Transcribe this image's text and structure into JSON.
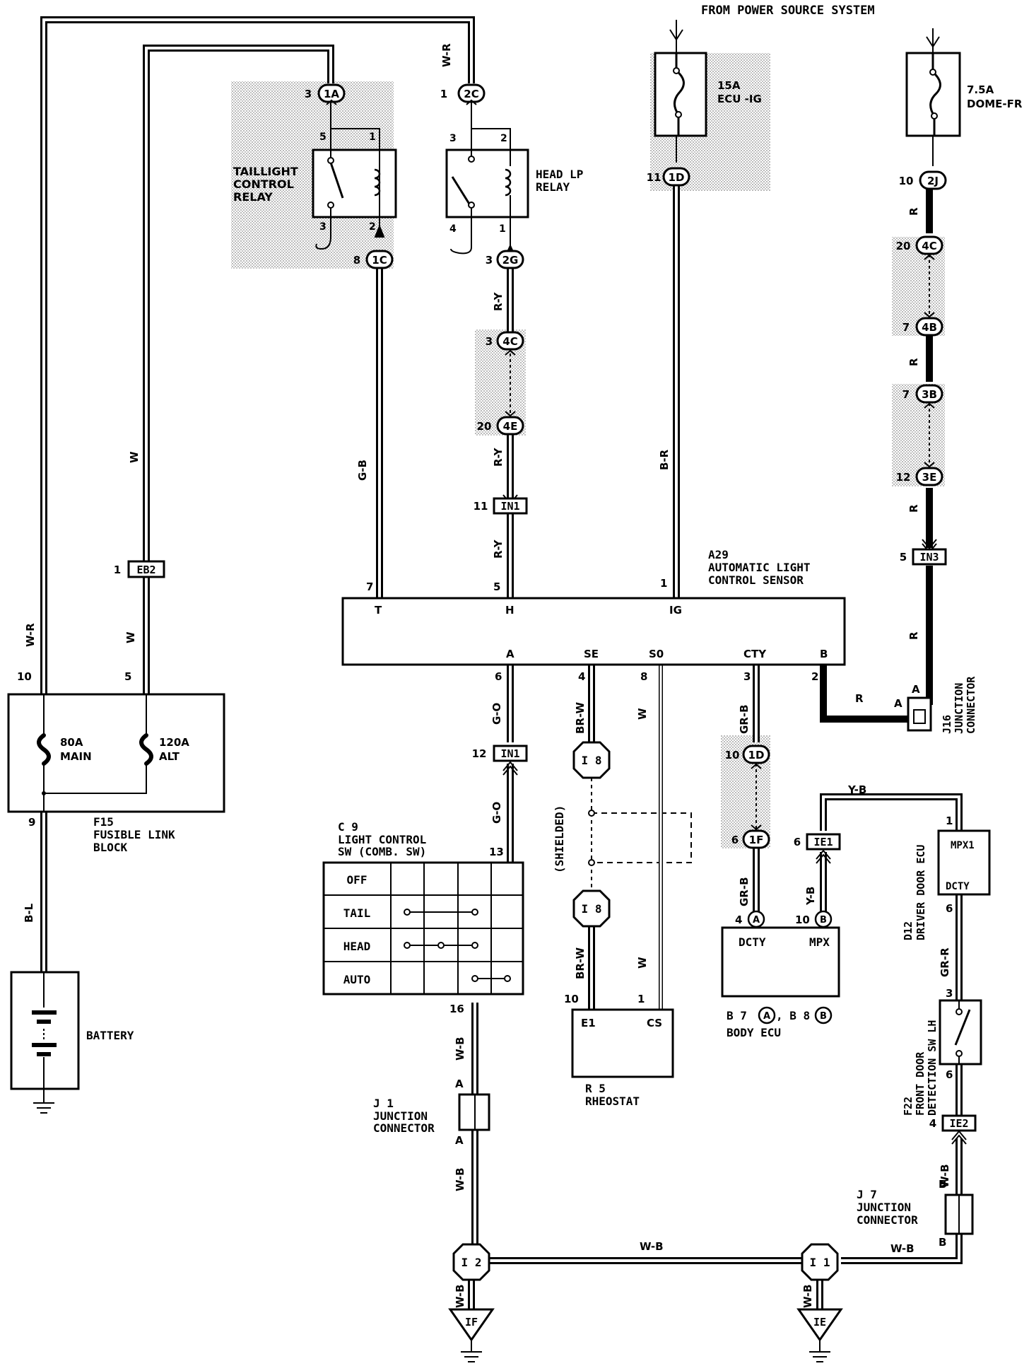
{
  "top_label": "FROM POWER SOURCE SYSTEM",
  "fuses": {
    "ecu_ig": {
      "rating": "15A",
      "name": "ECU -IG"
    },
    "dome": {
      "rating": "7.5A",
      "name": "DOME-FR"
    }
  },
  "relays": {
    "taillight": {
      "l1": "TAILLIGHT",
      "l2": "CONTROL",
      "l3": "RELAY",
      "pins": [
        "5",
        "1",
        "3",
        "2"
      ]
    },
    "headlp": {
      "l1": "HEAD LP",
      "l2": "RELAY",
      "pins": [
        "3",
        "2",
        "4",
        "1"
      ]
    }
  },
  "connectors": [
    {
      "pin": "3",
      "id": "1A"
    },
    {
      "pin": "1",
      "id": "2C"
    },
    {
      "pin": "8",
      "id": "1C"
    },
    {
      "pin": "3",
      "id": "2G"
    },
    {
      "pin": "3",
      "id": "4C"
    },
    {
      "pin": "20",
      "id": "4E"
    },
    {
      "pin": "11",
      "id": "1D"
    },
    {
      "pin": "10",
      "id": "2J"
    },
    {
      "pin": "20",
      "id": "4C"
    },
    {
      "pin": "7",
      "id": "4B"
    },
    {
      "pin": "7",
      "id": "3B"
    },
    {
      "pin": "12",
      "id": "3E"
    },
    {
      "pin": "10",
      "id": "1D"
    },
    {
      "pin": "6",
      "id": "1F"
    }
  ],
  "boxes": [
    {
      "pin": "11",
      "id": "IN1"
    },
    {
      "pin": "1",
      "id": "EB2"
    },
    {
      "pin": "5",
      "id": "IN3"
    },
    {
      "pin": "12",
      "id": "IN1"
    },
    {
      "pin": "6",
      "id": "IE1"
    },
    {
      "pin": "4",
      "id": "IE2"
    }
  ],
  "wires": {
    "w_r_top": "W-R",
    "w_top": "W",
    "w_mid": "W",
    "w_r_left": "W-R",
    "b_l": "B-L",
    "g_b": "G-B",
    "r_y1": "R-Y",
    "r_y2": "R-Y",
    "r_y3": "R-Y",
    "b_r": "B-R",
    "r1": "R",
    "r2": "R",
    "r3": "R",
    "r4": "R",
    "r5": "R",
    "g_o1": "G-O",
    "g_o2": "G-O",
    "br_w1": "BR-W",
    "w_s0": "W",
    "gr_b1": "GR-B",
    "gr_b2": "GR-B",
    "y_b1": "Y-B",
    "y_b2": "Y-B",
    "br_w2": "BR-W",
    "w_rh": "W",
    "w_b1": "W-B",
    "w_b2": "W-B",
    "w_b3": "W-B",
    "w_b4": "W-B",
    "w_b5": "W-B",
    "w_b6": "W-B",
    "w_b7": "W-B",
    "gr_r": "GR-R"
  },
  "sensor": {
    "id": "A29",
    "l1": "AUTOMATIC LIGHT",
    "l2": "CONTROL SENSOR",
    "top_pins": [
      {
        "num": "7",
        "name": "T"
      },
      {
        "num": "5",
        "name": "H"
      },
      {
        "num": "1",
        "name": "IG"
      }
    ],
    "bottom_pins": [
      {
        "num": "6",
        "name": "A"
      },
      {
        "num": "4",
        "name": "SE"
      },
      {
        "num": "8",
        "name": "S0"
      },
      {
        "num": "3",
        "name": "CTY"
      },
      {
        "num": "2",
        "name": "B"
      }
    ]
  },
  "fusible_block": {
    "id": "F15",
    "l1": "FUSIBLE LINK",
    "l2": "BLOCK",
    "main_rating": "80A",
    "main_name": "MAIN",
    "alt_rating": "120A",
    "alt_name": "ALT",
    "pin_wr": "10",
    "pin_w": "5",
    "pin_bl": "9"
  },
  "battery": "BATTERY",
  "switch": {
    "id": "C 9",
    "l1": "LIGHT CONTROL",
    "l2": "SW (COMB. SW)",
    "positions": [
      "OFF",
      "TAIL",
      "HEAD",
      "AUTO"
    ],
    "pin_top": "13",
    "pin_bottom": "16"
  },
  "shield_label": "(SHIELDED)",
  "splices": [
    {
      "id": "I 8"
    },
    {
      "id": "I 8"
    },
    {
      "id": "I 2"
    },
    {
      "id": "I 1"
    }
  ],
  "grounds": [
    {
      "id": "IF"
    },
    {
      "id": "IE"
    }
  ],
  "rheostat": {
    "id": "R 5",
    "name": "RHEOSTAT",
    "p1": "E1",
    "p2": "CS",
    "n1": "10",
    "n2": "1"
  },
  "body_ecu": {
    "p1": "DCTY",
    "p2": "MPX",
    "pa": "4",
    "pb": "10",
    "ca": "A",
    "cb": "B",
    "conn_text": "B 7",
    "conn_text2": ", B 8",
    "name": "BODY ECU"
  },
  "driver_ecu": {
    "id": "D12",
    "l1": "DRIVER DOOR ECU",
    "p1": "MPX1",
    "p2": "DCTY",
    "pin1": "1",
    "pin6": "6"
  },
  "front_door_sw": {
    "id": "F22",
    "l1": "FRONT DOOR",
    "l2": "DETECTION SW LH",
    "pin3": "3",
    "pin6": "6"
  },
  "j16": {
    "id": "J16",
    "l1": "JUNCTION",
    "l2": "CONNECTOR",
    "pa1": "A",
    "pa2": "A"
  },
  "j1": {
    "id": "J 1",
    "l1": "JUNCTION",
    "l2": "CONNECTOR",
    "pa1": "A",
    "pa2": "A"
  },
  "j7": {
    "id": "J 7",
    "l1": "JUNCTION",
    "l2": "CONNECTOR",
    "pb1": "B",
    "pb2": "B"
  }
}
